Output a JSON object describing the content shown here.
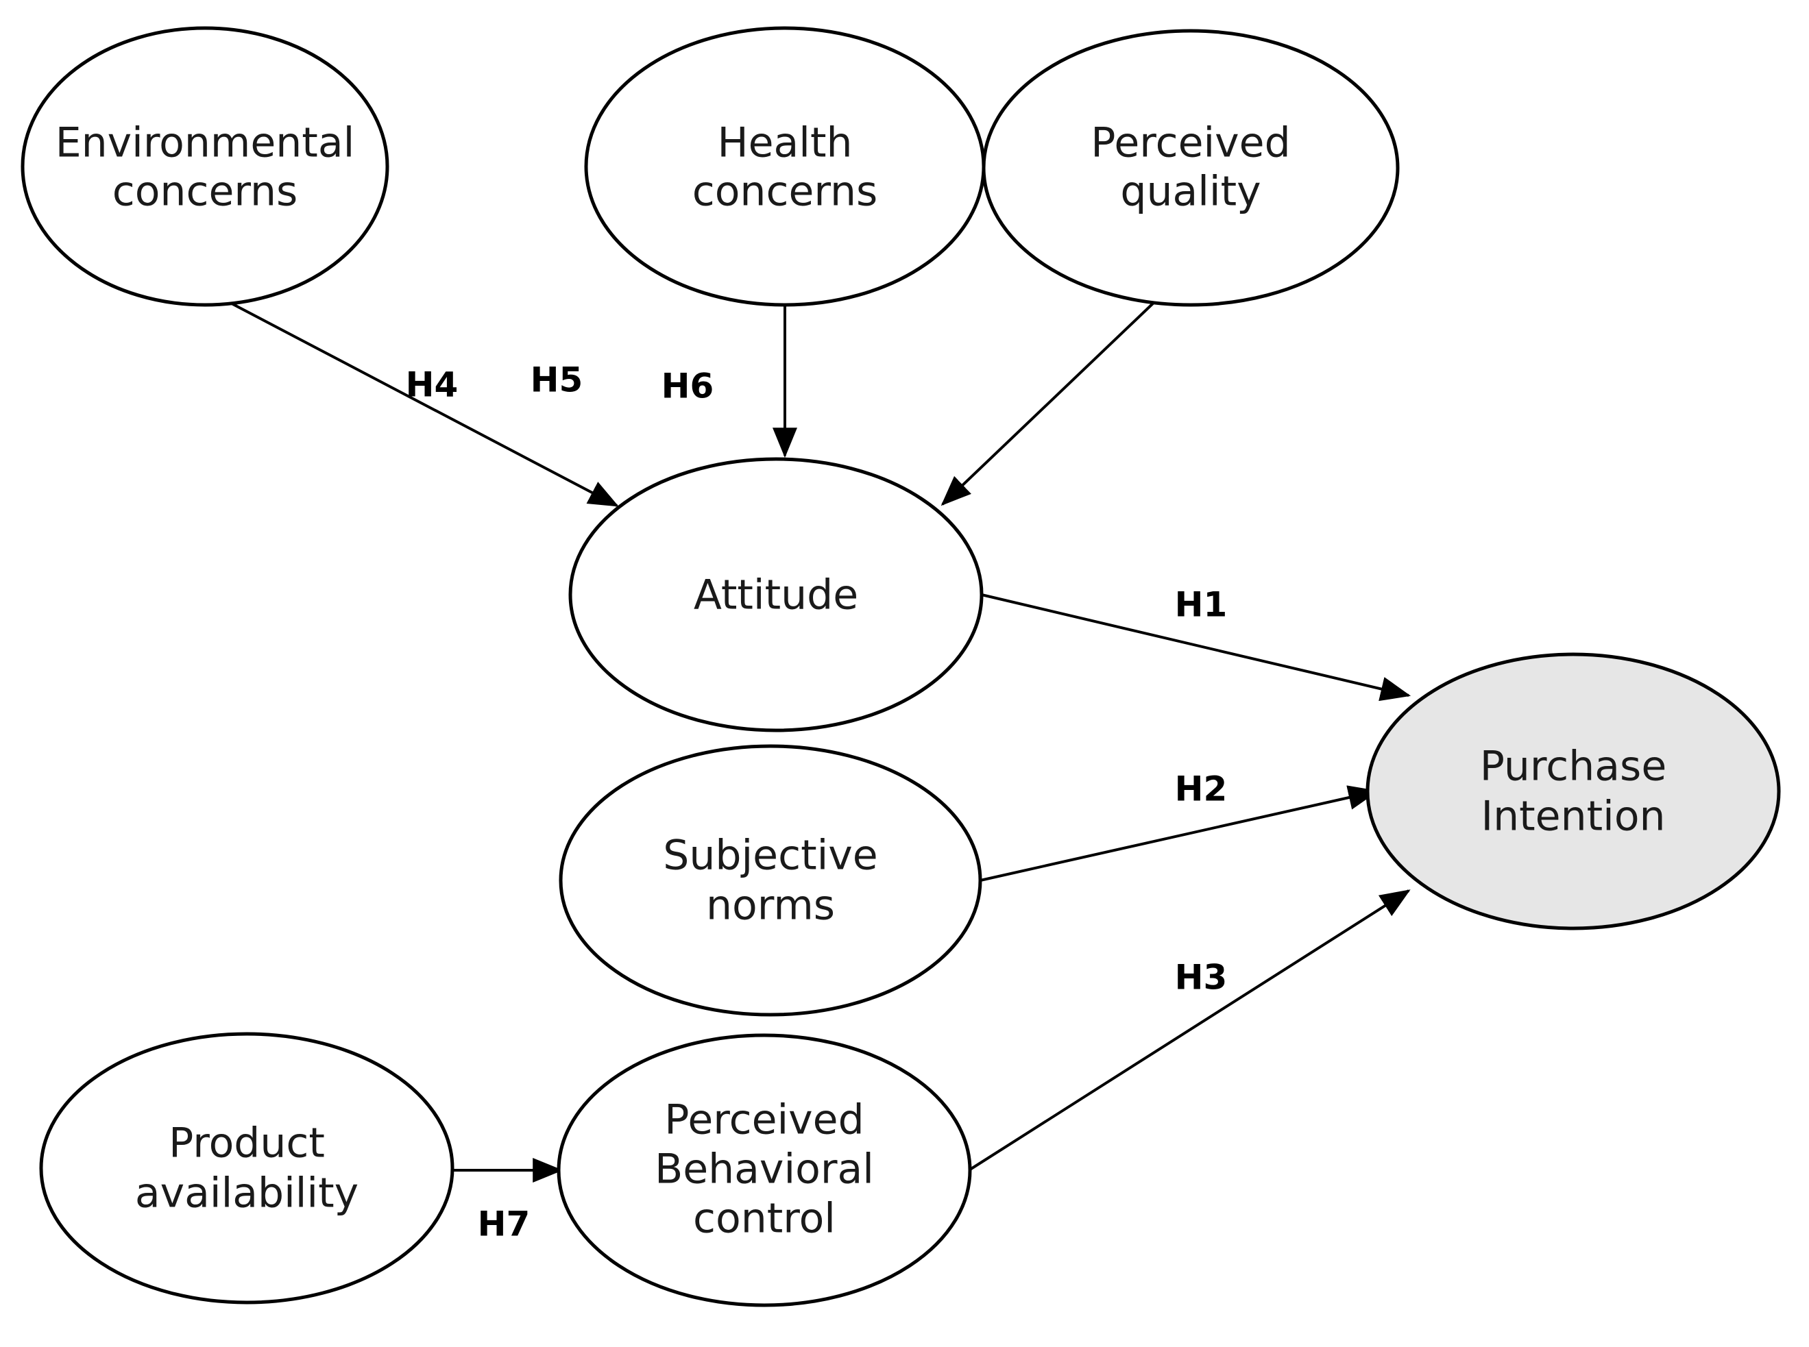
{
  "diagram": {
    "type": "conceptual-model-path-diagram",
    "background_color": "#ffffff",
    "node_stroke_color": "#000000",
    "edge_color": "#000000",
    "outcome_fill_color": "#e6e6e6",
    "nodes": [
      {
        "id": "environmental-concerns",
        "label_line1": "Environmental",
        "label_line2": "concerns",
        "shaded": false
      },
      {
        "id": "health-concerns",
        "label_line1": "Health",
        "label_line2": "concerns",
        "shaded": false
      },
      {
        "id": "perceived-quality",
        "label_line1": "Perceived",
        "label_line2": "quality",
        "shaded": false
      },
      {
        "id": "attitude",
        "label_line1": "Attitude",
        "label_line2": "",
        "shaded": false
      },
      {
        "id": "subjective-norms",
        "label_line1": "Subjective",
        "label_line2": "norms",
        "shaded": false
      },
      {
        "id": "product-availability",
        "label_line1": "Product",
        "label_line2": "availability",
        "shaded": false
      },
      {
        "id": "perceived-behavioral-control",
        "label_line1": "Perceived",
        "label_line2": "Behavioral",
        "label_line3": "control",
        "shaded": false
      },
      {
        "id": "purchase-intention",
        "label_line1": "Purchase",
        "label_line2": "Intention",
        "shaded": true
      }
    ],
    "edges": [
      {
        "id": "h1",
        "label": "H1",
        "from": "attitude",
        "to": "purchase-intention"
      },
      {
        "id": "h2",
        "label": "H2",
        "from": "subjective-norms",
        "to": "purchase-intention"
      },
      {
        "id": "h3",
        "label": "H3",
        "from": "perceived-behavioral-control",
        "to": "purchase-intention"
      },
      {
        "id": "h4",
        "label": "H4",
        "from": "environmental-concerns",
        "to": "attitude"
      },
      {
        "id": "h5",
        "label": "H5",
        "from": "health-concerns",
        "to": "attitude"
      },
      {
        "id": "h6",
        "label": "H6",
        "from": "perceived-quality",
        "to": "attitude"
      },
      {
        "id": "h7",
        "label": "H7",
        "from": "product-availability",
        "to": "perceived-behavioral-control"
      }
    ]
  }
}
